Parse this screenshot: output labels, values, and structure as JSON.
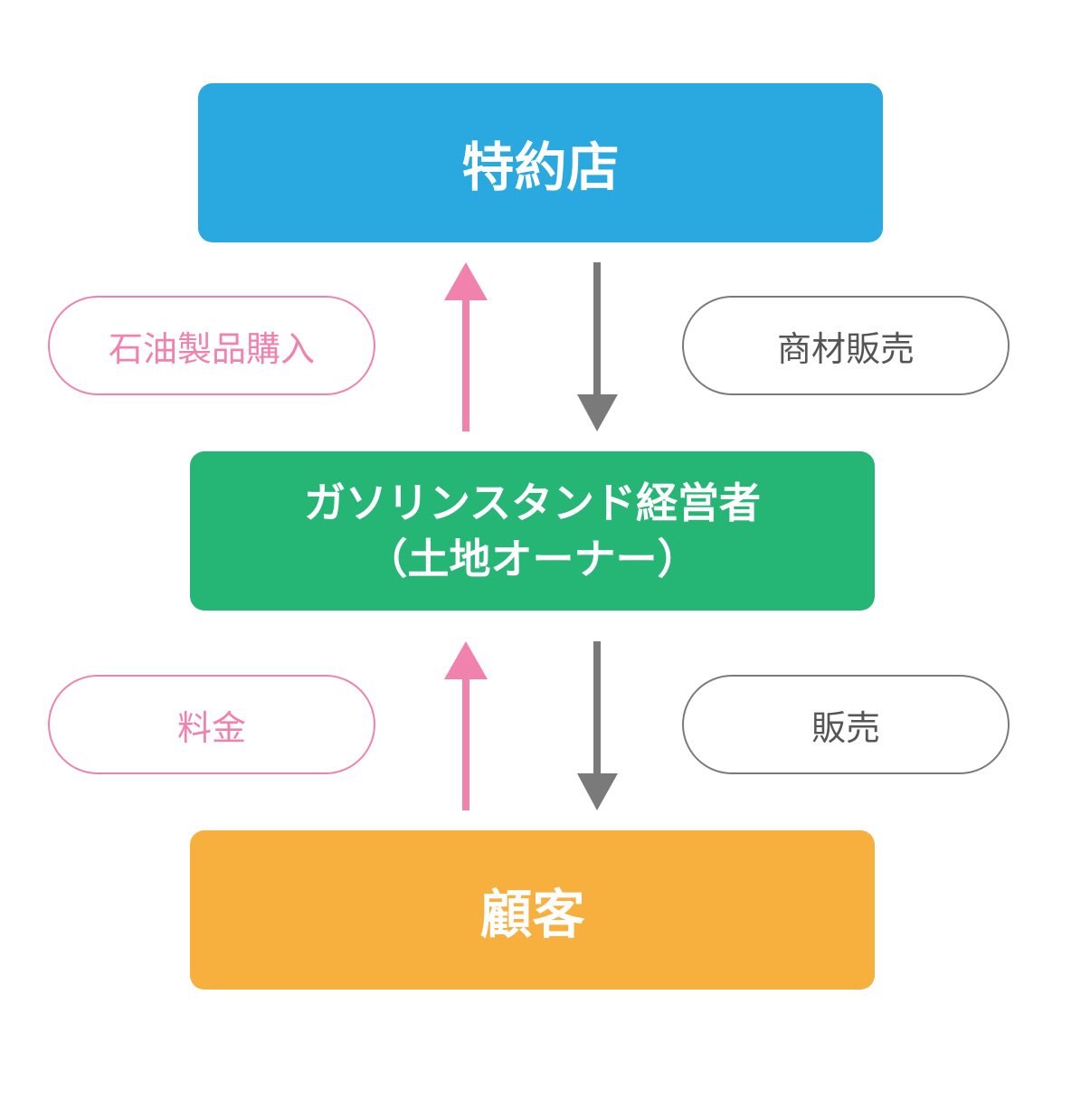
{
  "boxes": {
    "top": "特約店",
    "middle_line1": "ガソリンスタンド経営者",
    "middle_line2": "（土地オーナー）",
    "bottom": "顧客"
  },
  "labels": {
    "upper_left": "石油製品購入",
    "upper_right": "商材販売",
    "lower_left": "料金",
    "lower_right": "販売"
  },
  "colors": {
    "top_box": "#29a9e0",
    "middle_box": "#25b574",
    "bottom_box": "#f7af3d",
    "pink_arrow": "#f181ad",
    "gray_arrow": "#7a7a7a"
  }
}
